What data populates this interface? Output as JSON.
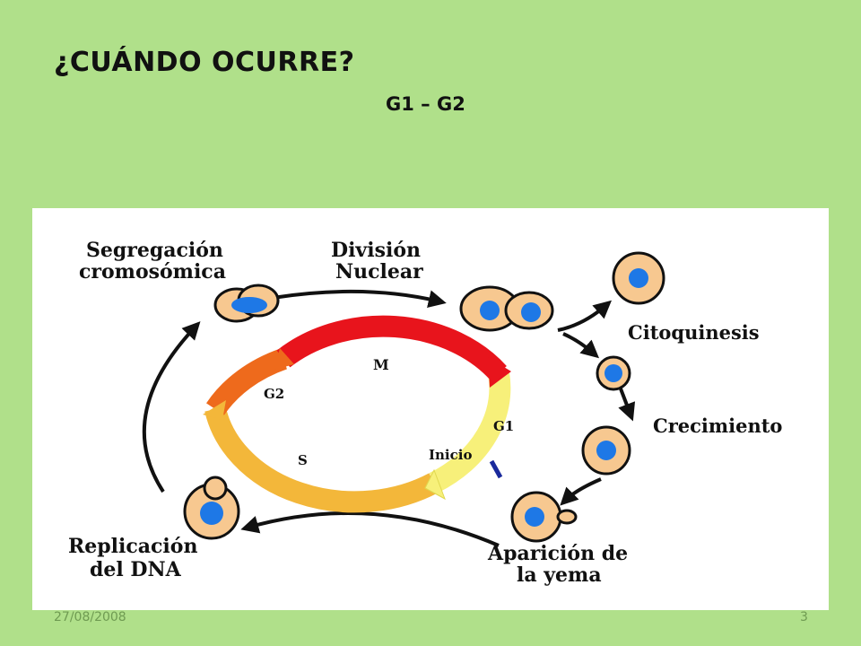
{
  "slide": {
    "title": "¿CUÁNDO OCURRE?",
    "subtitle": "G1 – G2",
    "footer_date": "27/08/2008",
    "page_number": "3"
  },
  "diagram": {
    "outer_labels": {
      "segregation_l1": "Segregación",
      "segregation_l2": "cromosómica",
      "nuclear_l1": "División",
      "nuclear_l2": "Nuclear",
      "cytokinesis": "Citoquinesis",
      "growth": "Crecimiento",
      "bud_l1": "Aparición de",
      "bud_l2": "la yema",
      "replication_l1": "Replicación",
      "replication_l2": "del DNA"
    },
    "phases": {
      "m": "M",
      "g1": "G1",
      "start": "Inicio",
      "s": "S",
      "g2": "G2"
    },
    "colors": {
      "m": "#e8141c",
      "g1": "#f7f07a",
      "s": "#f3b73a",
      "g2": "#ee6a1c",
      "cell_fill": "#f7c890",
      "nucleus": "#1e78e6",
      "start_mark": "#1a2a9c"
    }
  }
}
